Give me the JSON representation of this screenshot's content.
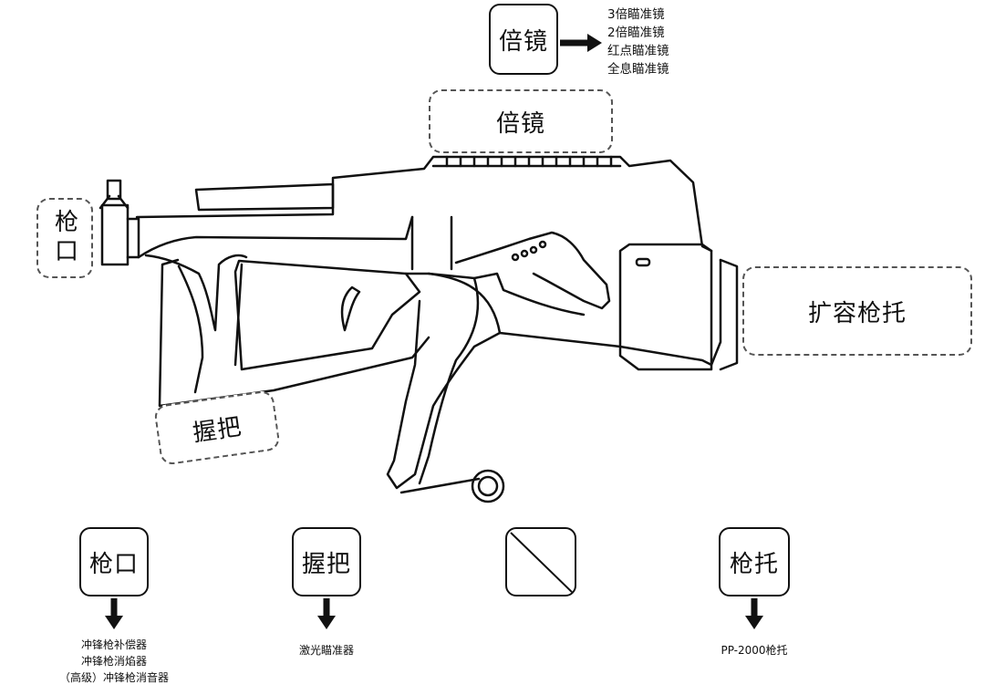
{
  "scope": {
    "box_label": "倍镜",
    "options": [
      "3倍瞄准镜",
      "2倍瞄准镜",
      "红点瞄准镜",
      "全息瞄准镜"
    ],
    "slot_label": "倍镜"
  },
  "slots": {
    "muzzle": "枪口",
    "grip": "握把",
    "stock": "扩容枪托"
  },
  "bottom": {
    "muzzle": {
      "label": "枪口",
      "options": [
        "冲锋枪补偿器",
        "冲锋枪消焰器",
        "（高级）冲锋枪消音器"
      ]
    },
    "grip": {
      "label": "握把",
      "options": [
        "激光瞄准器"
      ]
    },
    "magazine": {
      "label": "",
      "icon": "unavailable-slot-icon"
    },
    "stock": {
      "label": "枪托",
      "options": [
        "PP-2000枪托"
      ]
    }
  }
}
